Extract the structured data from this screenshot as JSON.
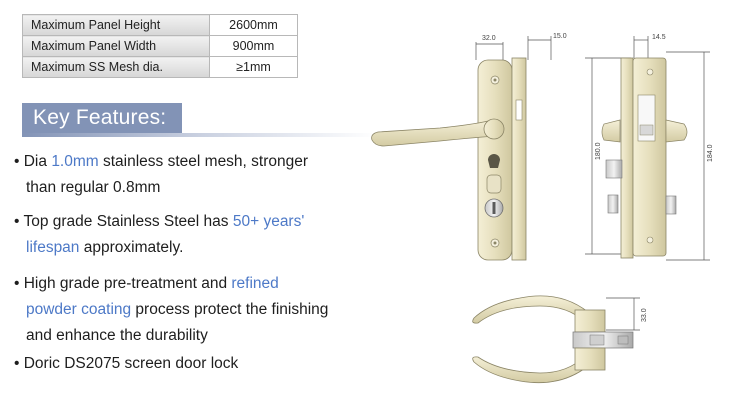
{
  "specs": [
    {
      "label": "Maximum Panel Height",
      "value": "2600mm"
    },
    {
      "label": "Maximum Panel Width",
      "value": "900mm"
    },
    {
      "label": "Maximum SS Mesh dia.",
      "value": "≥1mm"
    }
  ],
  "key_features_title": "Key Features:",
  "features": {
    "f1": {
      "a": "Dia ",
      "hl": "1.0mm",
      "b": " stainless steel mesh, stronger",
      "c": "than regular 0.8mm"
    },
    "f2": {
      "a": "Top grade Stainless Steel has ",
      "hl": "50+ years'",
      "hl2": "lifespan",
      "b": " approximately."
    },
    "f3": {
      "a": "High grade pre-treatment and ",
      "hl": "refined",
      "hl2": "powder coating",
      "b": " process protect the finishing",
      "c": "and enhance the durability"
    },
    "f4": {
      "a": "Doric DS2075 screen door lock"
    }
  },
  "dimensions": {
    "d1": "32.0",
    "d2": "15.0",
    "d3": "14.5",
    "d4": "180.0",
    "d5": "184.0",
    "d6": "33.0"
  },
  "colors": {
    "banner": "#8293b6",
    "highlight": "#4d79c7",
    "body": "#e9e3c4"
  }
}
